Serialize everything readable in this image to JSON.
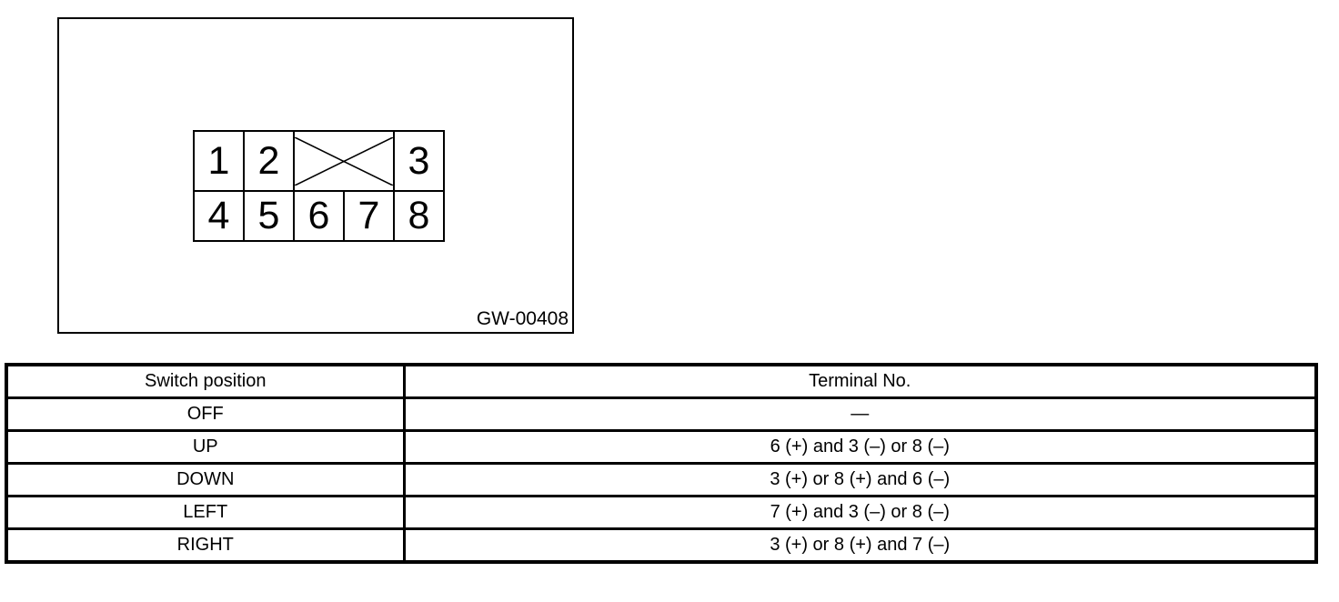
{
  "figure": {
    "code": "GW-00408",
    "pins": [
      "1",
      "2",
      "3",
      "4",
      "5",
      "6",
      "7",
      "8"
    ]
  },
  "table": {
    "headers": {
      "position": "Switch position",
      "terminal": "Terminal No."
    },
    "rows": [
      {
        "position": "OFF",
        "terminal": "—"
      },
      {
        "position": "UP",
        "terminal": "6 (+) and 3 (–) or 8 (–)"
      },
      {
        "position": "DOWN",
        "terminal": "3 (+) or 8 (+) and 6 (–)"
      },
      {
        "position": "LEFT",
        "terminal": "7 (+) and 3 (–) or 8 (–)"
      },
      {
        "position": "RIGHT",
        "terminal": "3 (+) or 8 (+) and 7 (–)"
      }
    ]
  }
}
